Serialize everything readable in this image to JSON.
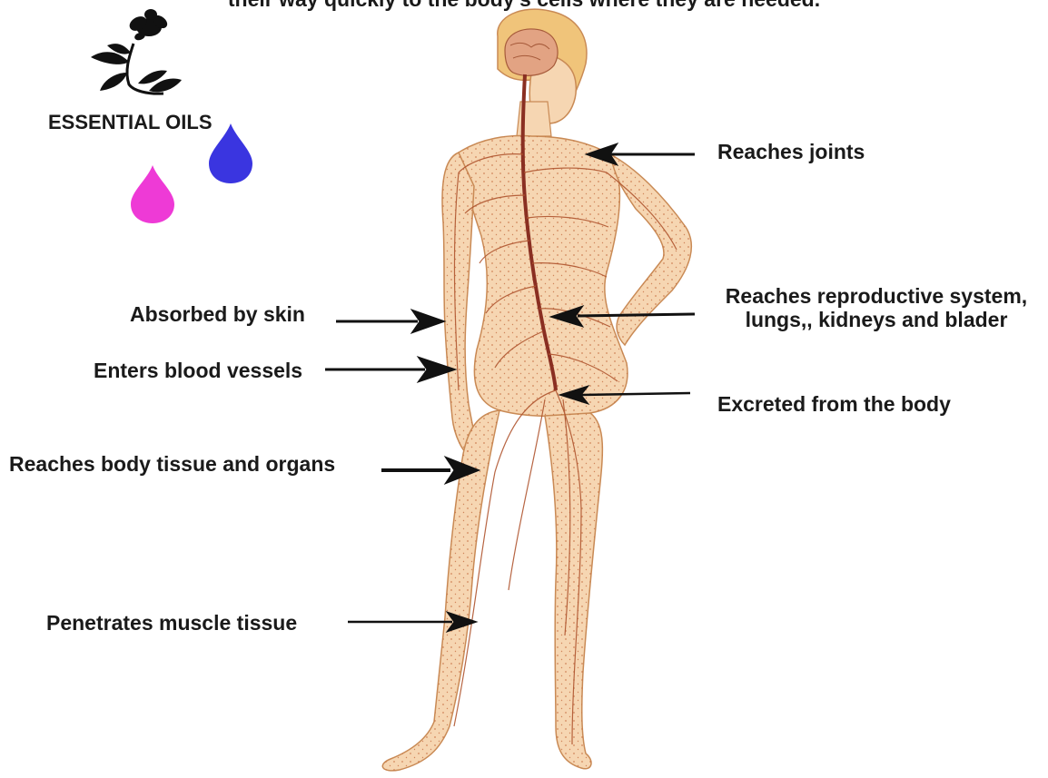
{
  "header_text": "their way quickly to the body's cells where they are needed.",
  "logo": {
    "label": "ESSENTIAL OILS",
    "icon": "flower-sprig-icon",
    "drops": [
      {
        "icon": "drop-icon",
        "color": "#3a35e0"
      },
      {
        "icon": "drop-icon",
        "color": "#ee3ad6"
      }
    ]
  },
  "colors": {
    "skin": "#f6d6b2",
    "skin_outline": "#c98a55",
    "nerve": "#b0552f",
    "spine": "#8a2f22",
    "brain": "#e2a383",
    "arrow": "#111111"
  },
  "labels": {
    "reaches_joints": "Reaches joints",
    "reproductive_line1": "Reaches reproductive system,",
    "reproductive_line2": "lungs,, kidneys and blader",
    "excreted": "Excreted from the body",
    "absorbed": "Absorbed by skin",
    "blood_vessels": "Enters blood vessels",
    "body_tissue": "Reaches body tissue and organs",
    "muscle_tissue": "Penetrates muscle tissue"
  }
}
